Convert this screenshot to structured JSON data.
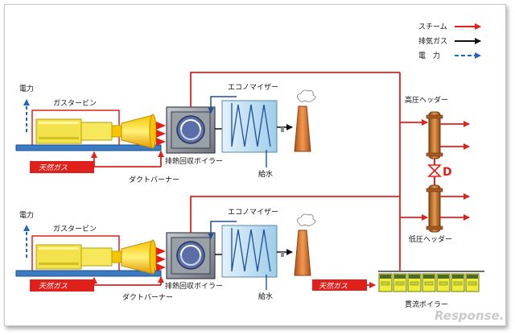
{
  "legend": {
    "steam": "スチーム",
    "exhaust": "排気ガス",
    "power": "電　力"
  },
  "colors": {
    "steam": "#e0201b",
    "exhaust": "#111111",
    "power": "#1f66c4",
    "water": "#1f4e9c",
    "gas_turbine": "#f3e24c",
    "natural_gas_box": "#e0201b",
    "header_pipe": "#c9772e",
    "stack": "#e58a3c",
    "boiler_body": "#f0ec3a"
  },
  "top_unit": {
    "power": "電力",
    "gas_turbine": "ガスタービン",
    "natural_gas": "天然ガス",
    "duct_burner": "ダクトバーナー",
    "hrsg": "排熱回収ボイラー",
    "economizer": "エコノマイザー",
    "feed_water": "給水"
  },
  "bottom_unit": {
    "power": "電力",
    "gas_turbine": "ガスタービン",
    "natural_gas": "天然ガス",
    "duct_burner": "ダクトバーナー",
    "hrsg": "排熱回収ボイラー",
    "economizer": "エコノマイザー",
    "feed_water": "給水"
  },
  "headers": {
    "high_pressure": "高圧ヘッダー",
    "low_pressure": "低圧ヘッダー",
    "valve_letter": "D"
  },
  "boiler": {
    "natural_gas": "天然ガス",
    "label": "貫流ボイラー"
  },
  "watermark": "Response."
}
